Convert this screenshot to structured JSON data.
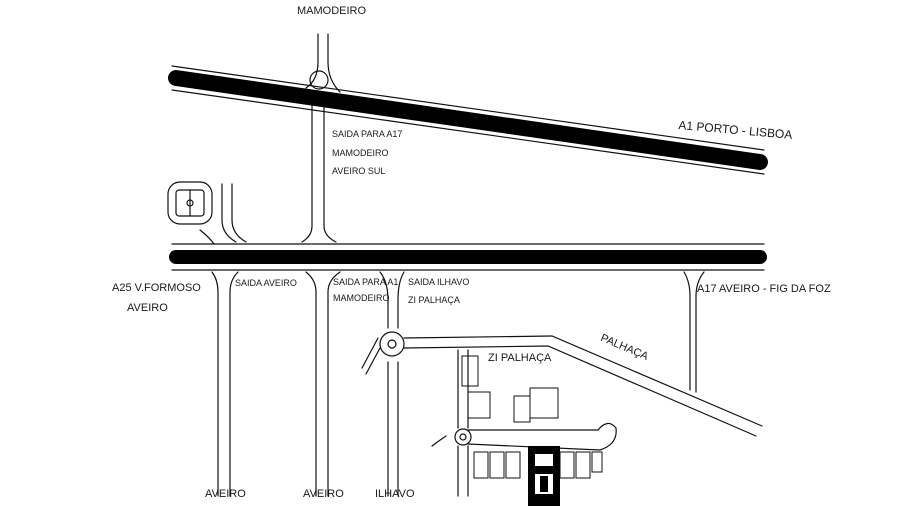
{
  "map": {
    "highways": {
      "a1": "A1 PORTO - LISBOA",
      "a25_line1": "A25 V.FORMOSO",
      "a25_line2": "AVEIRO",
      "a17": "A17 AVEIRO - FIG DA FOZ"
    },
    "places": {
      "mamodeiro_top": "MAMODEIRO",
      "zi_palhaca": "ZI PALHAÇA",
      "palhaca_road": "PALHAÇA",
      "aveiro_left": "AVEIRO",
      "aveiro_mid": "AVEIRO",
      "ilhavo": "ILHAVO"
    },
    "exits": {
      "a17_exit": [
        "SAIDA PARA A17",
        "MAMODEIRO",
        "AVEIRO SUL"
      ],
      "saida_aveiro": "SAIDA AVEIRO",
      "a1_exit": [
        "SAIDA PARA A1",
        "MAMODEIRO"
      ],
      "ilhavo_exit": [
        "SAIDA ILHAVO",
        "ZI PALHAÇA"
      ]
    },
    "icons": [
      "stadium-icon",
      "car-location-icon"
    ],
    "colors": {
      "road_line": "#111111",
      "highway": "#000000",
      "background": "#ffffff"
    }
  }
}
